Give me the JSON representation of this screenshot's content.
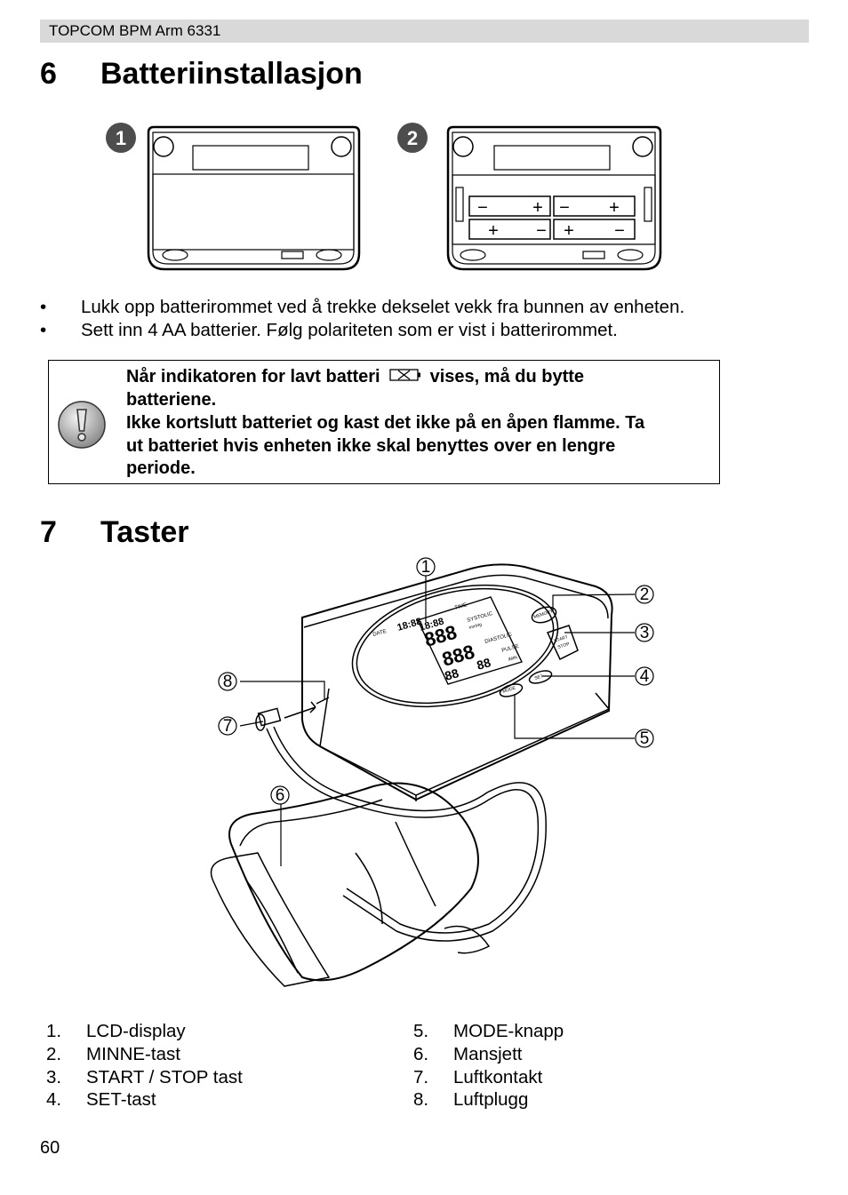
{
  "header": {
    "title": "TOPCOM BPM Arm 6331"
  },
  "section6": {
    "number": "6",
    "title": "Batteriinstallasjon",
    "figure_badges": [
      "1",
      "2"
    ],
    "battery_signs": {
      "plus": "+",
      "minus": "−"
    },
    "bullets": [
      "Lukk opp batterirommet ved å trekke dekselet vekk fra bunnen av enheten.",
      "Sett inn 4 AA batterier. Følg polariteten som er vist i batterirommet."
    ],
    "bullet_symbol": "•",
    "warning": {
      "icon": "exclamation-icon",
      "line1_before": "Når indikatoren for lavt batteri",
      "line1_after": "vises, må du bytte",
      "line2": "batteriene.",
      "line3": "Ikke kortslutt batteriet og kast det ikke på en åpen flamme. Ta",
      "line4": "ut batteriet hvis enheten ikke skal benyttes over en lengre",
      "line5": "periode.",
      "battery_icon": "low-battery-icon"
    }
  },
  "section7": {
    "number": "7",
    "title": "Taster",
    "callouts": [
      "1",
      "2",
      "3",
      "4",
      "5",
      "6",
      "7",
      "8"
    ],
    "device_labels": {
      "memory": "MEMORY",
      "start": "START",
      "stop": "STOP",
      "set": "SET",
      "mode": "MODE",
      "date": "DATE",
      "time": "TIME",
      "systolic": "SYSTOLIC",
      "diastolic": "DIASTOLIC",
      "pulse": "PULSE",
      "unit_mmhg": "mmHg",
      "unit_min": "/MIN",
      "digits_time": "18:88",
      "digits_big": "888",
      "digits_small": "88"
    },
    "legend": [
      {
        "n": "1.",
        "t": "LCD-display"
      },
      {
        "n": "2.",
        "t": "MINNE-tast"
      },
      {
        "n": "3.",
        "t": "START / STOP tast"
      },
      {
        "n": "4.",
        "t": "SET-tast"
      },
      {
        "n": "5.",
        "t": "MODE-knapp"
      },
      {
        "n": "6.",
        "t": "Mansjett"
      },
      {
        "n": "7.",
        "t": "Luftkontakt"
      },
      {
        "n": "8.",
        "t": "Luftplugg"
      }
    ]
  },
  "footer": {
    "page_number": "60"
  }
}
